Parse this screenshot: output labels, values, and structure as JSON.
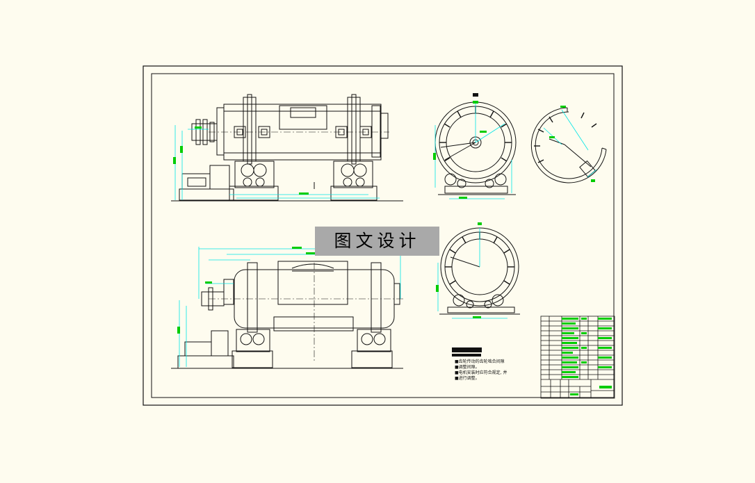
{
  "title_block": {
    "watermark": "图文设计"
  },
  "notes": {
    "lines": [
      "■齿轮传动的齿轮啮合间隙",
      "■调整间隙。",
      "■电机安装时应符合规定, 并",
      "■进行调整。"
    ]
  },
  "colors": {
    "background": "#fefcef",
    "linework": "#111111",
    "dimension": "#00e5e5",
    "green": "#00cc00",
    "watermark_bg": "#a9a9a9"
  }
}
